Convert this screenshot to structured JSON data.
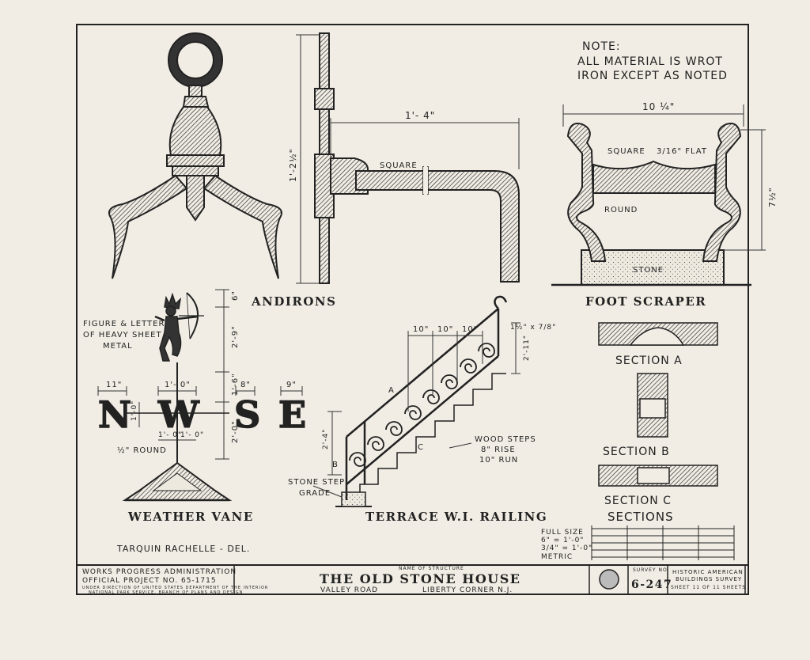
{
  "drawing": {
    "note_lines": [
      "NOTE:",
      "ALL MATERIAL IS WROT",
      "IRON EXCEPT AS NOTED"
    ],
    "andirons": {
      "label": "ANDIRONS",
      "dim_width": "1'- 4\"",
      "dim_height": "1'-2½\"",
      "square_label": "SQUARE"
    },
    "foot_scraper": {
      "label": "FOOT SCRAPER",
      "dim_width": "10 ¼\"",
      "dim_height": "7½\"",
      "square_label": "SQUARE",
      "flat_label": "3/16\" FLAT",
      "round_label": "ROUND",
      "stone_label": "STONE"
    },
    "sections": {
      "a": "SECTION A",
      "b": "SECTION B",
      "c": "SECTION C",
      "title": "SECTIONS"
    },
    "weather_vane": {
      "label": "WEATHER VANE",
      "note_lines": [
        "FIGURE & LETTERS",
        "OF HEAVY SHEET",
        "METAL"
      ],
      "letters": [
        "N",
        "W",
        "S",
        "E"
      ],
      "dim_6": "6\"",
      "dim_2_9": "2'-9\"",
      "dim_1_6": "1'-6\"",
      "dim_2_0": "2'-0\"",
      "dim_11": "11\"",
      "dim_1_0_top": "1'- 0\"",
      "dim_8": "8\"",
      "dim_9": "9\"",
      "dim_1_0_side": "1'-0\"",
      "dim_1_0_a": "1'- 0\"",
      "dim_1_0_b": "1'- 0\"",
      "round_label": "½\" ROUND"
    },
    "railing": {
      "label": "TERRACE W.I. RAILING",
      "dims_top": [
        "10\"",
        "10\"",
        "10\""
      ],
      "dim_bar": "1½\" x 7/8\"",
      "dim_2_11": "2'-11\"",
      "dim_2_4": "2'-4\"",
      "label_a": "A",
      "label_b": "B",
      "label_c": "C",
      "wood_steps": [
        "WOOD STEPS",
        "8\" RISE",
        "10\" RUN"
      ],
      "stone_step": "STONE STEP",
      "grade": "GRADE"
    },
    "delineator": "TARQUIN RACHELLE - DEL.",
    "scale": {
      "labels": [
        "FULL SIZE",
        "6\" = 1'-0\"",
        "3/4\" = 1'-0\"",
        "METRIC"
      ]
    }
  },
  "title_block": {
    "wpa_lines": [
      "WORKS PROGRESS ADMINISTRATION",
      "OFFICIAL PROJECT NO. 65-1715"
    ],
    "direction_lines": [
      "UNDER DIRECTION OF UNITED STATES DEPARTMENT OF THE INTERIOR",
      "NATIONAL PARK SERVICE, BRANCH OF PLANS AND DESIGN"
    ],
    "name_caption": "NAME OF STRUCTURE",
    "structure_name": "THE OLD STONE HOUSE",
    "location_road": "VALLEY ROAD",
    "location_town": "LIBERTY CORNER N.J.",
    "survey_caption": "SURVEY NO.",
    "survey_no": "6-247",
    "habs_lines": [
      "HISTORIC AMERICAN",
      "BUILDINGS SURVEY"
    ],
    "sheet_line": "SHEET 11 OF 11 SHEETS"
  }
}
